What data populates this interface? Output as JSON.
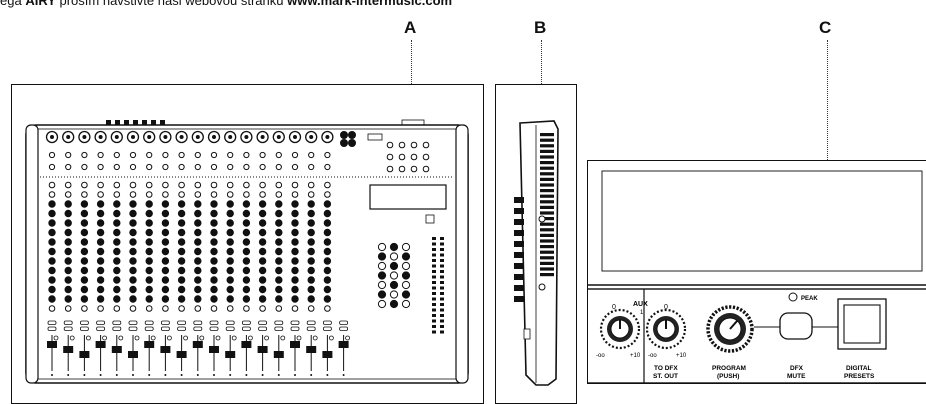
{
  "header": {
    "prefix": "ega ",
    "bold1": "AIRY",
    "middle": " prosím navštivte naši webovou stránku ",
    "bold2": "www.mark-intermusic.com"
  },
  "callouts": {
    "a": "A",
    "b": "B",
    "c": "C"
  },
  "detail": {
    "aux_label": "AUX",
    "aux_top": "0",
    "aux_one": "1",
    "aux_min": "-oo",
    "aux_max": "+10",
    "todfx_top": "0",
    "todfx_min": "-oo",
    "todfx_max": "+10",
    "todfx_label1": "TO DFX",
    "todfx_label2": "ST. OUT",
    "program_label1": "PROGRAM",
    "program_label2": "(PUSH)",
    "peak_label": "PEAK",
    "mute_label1": "DFX",
    "mute_label2": "MUTE",
    "presets_label1": "DIGITAL",
    "presets_label2": "PRESETS"
  }
}
